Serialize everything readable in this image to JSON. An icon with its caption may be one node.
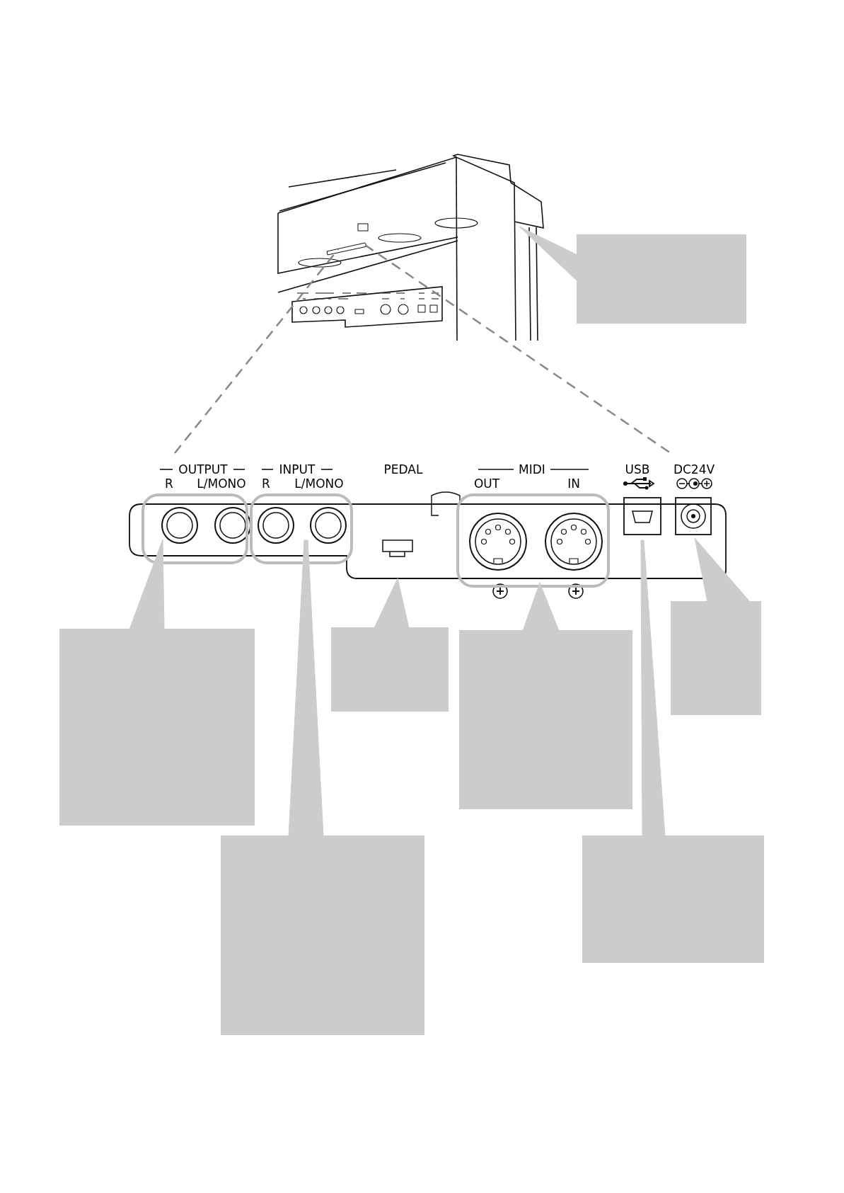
{
  "diagram": {
    "nodes": [
      {
        "text": [],
        "shape": "box"
      },
      {
        "text": [],
        "shape": "box"
      },
      {
        "text": [],
        "shape": "box"
      },
      {
        "text": [],
        "shape": "box"
      },
      {
        "text": [],
        "shape": "box"
      },
      {
        "text": [],
        "shape": "box"
      },
      {
        "text": [],
        "shape": "box"
      }
    ],
    "edges": [
      {
        "from": 0,
        "to": null,
        "arrow": "to"
      },
      {
        "from": 1,
        "to": null,
        "arrow": "to"
      },
      {
        "from": 2,
        "to": null,
        "arrow": "to"
      },
      {
        "from": 3,
        "to": null,
        "arrow": "to"
      },
      {
        "from": 4,
        "to": null,
        "arrow": "to"
      },
      {
        "from": 5,
        "to": null,
        "arrow": "to"
      },
      {
        "from": 6,
        "to": null,
        "arrow": "to"
      }
    ],
    "labels": [
      "OUTPUT",
      "INPUT",
      "PEDAL",
      "MIDI",
      "USB",
      "DC24V",
      "R",
      "L/MONO",
      "R",
      "L/MONO",
      "OUT",
      "IN"
    ]
  }
}
